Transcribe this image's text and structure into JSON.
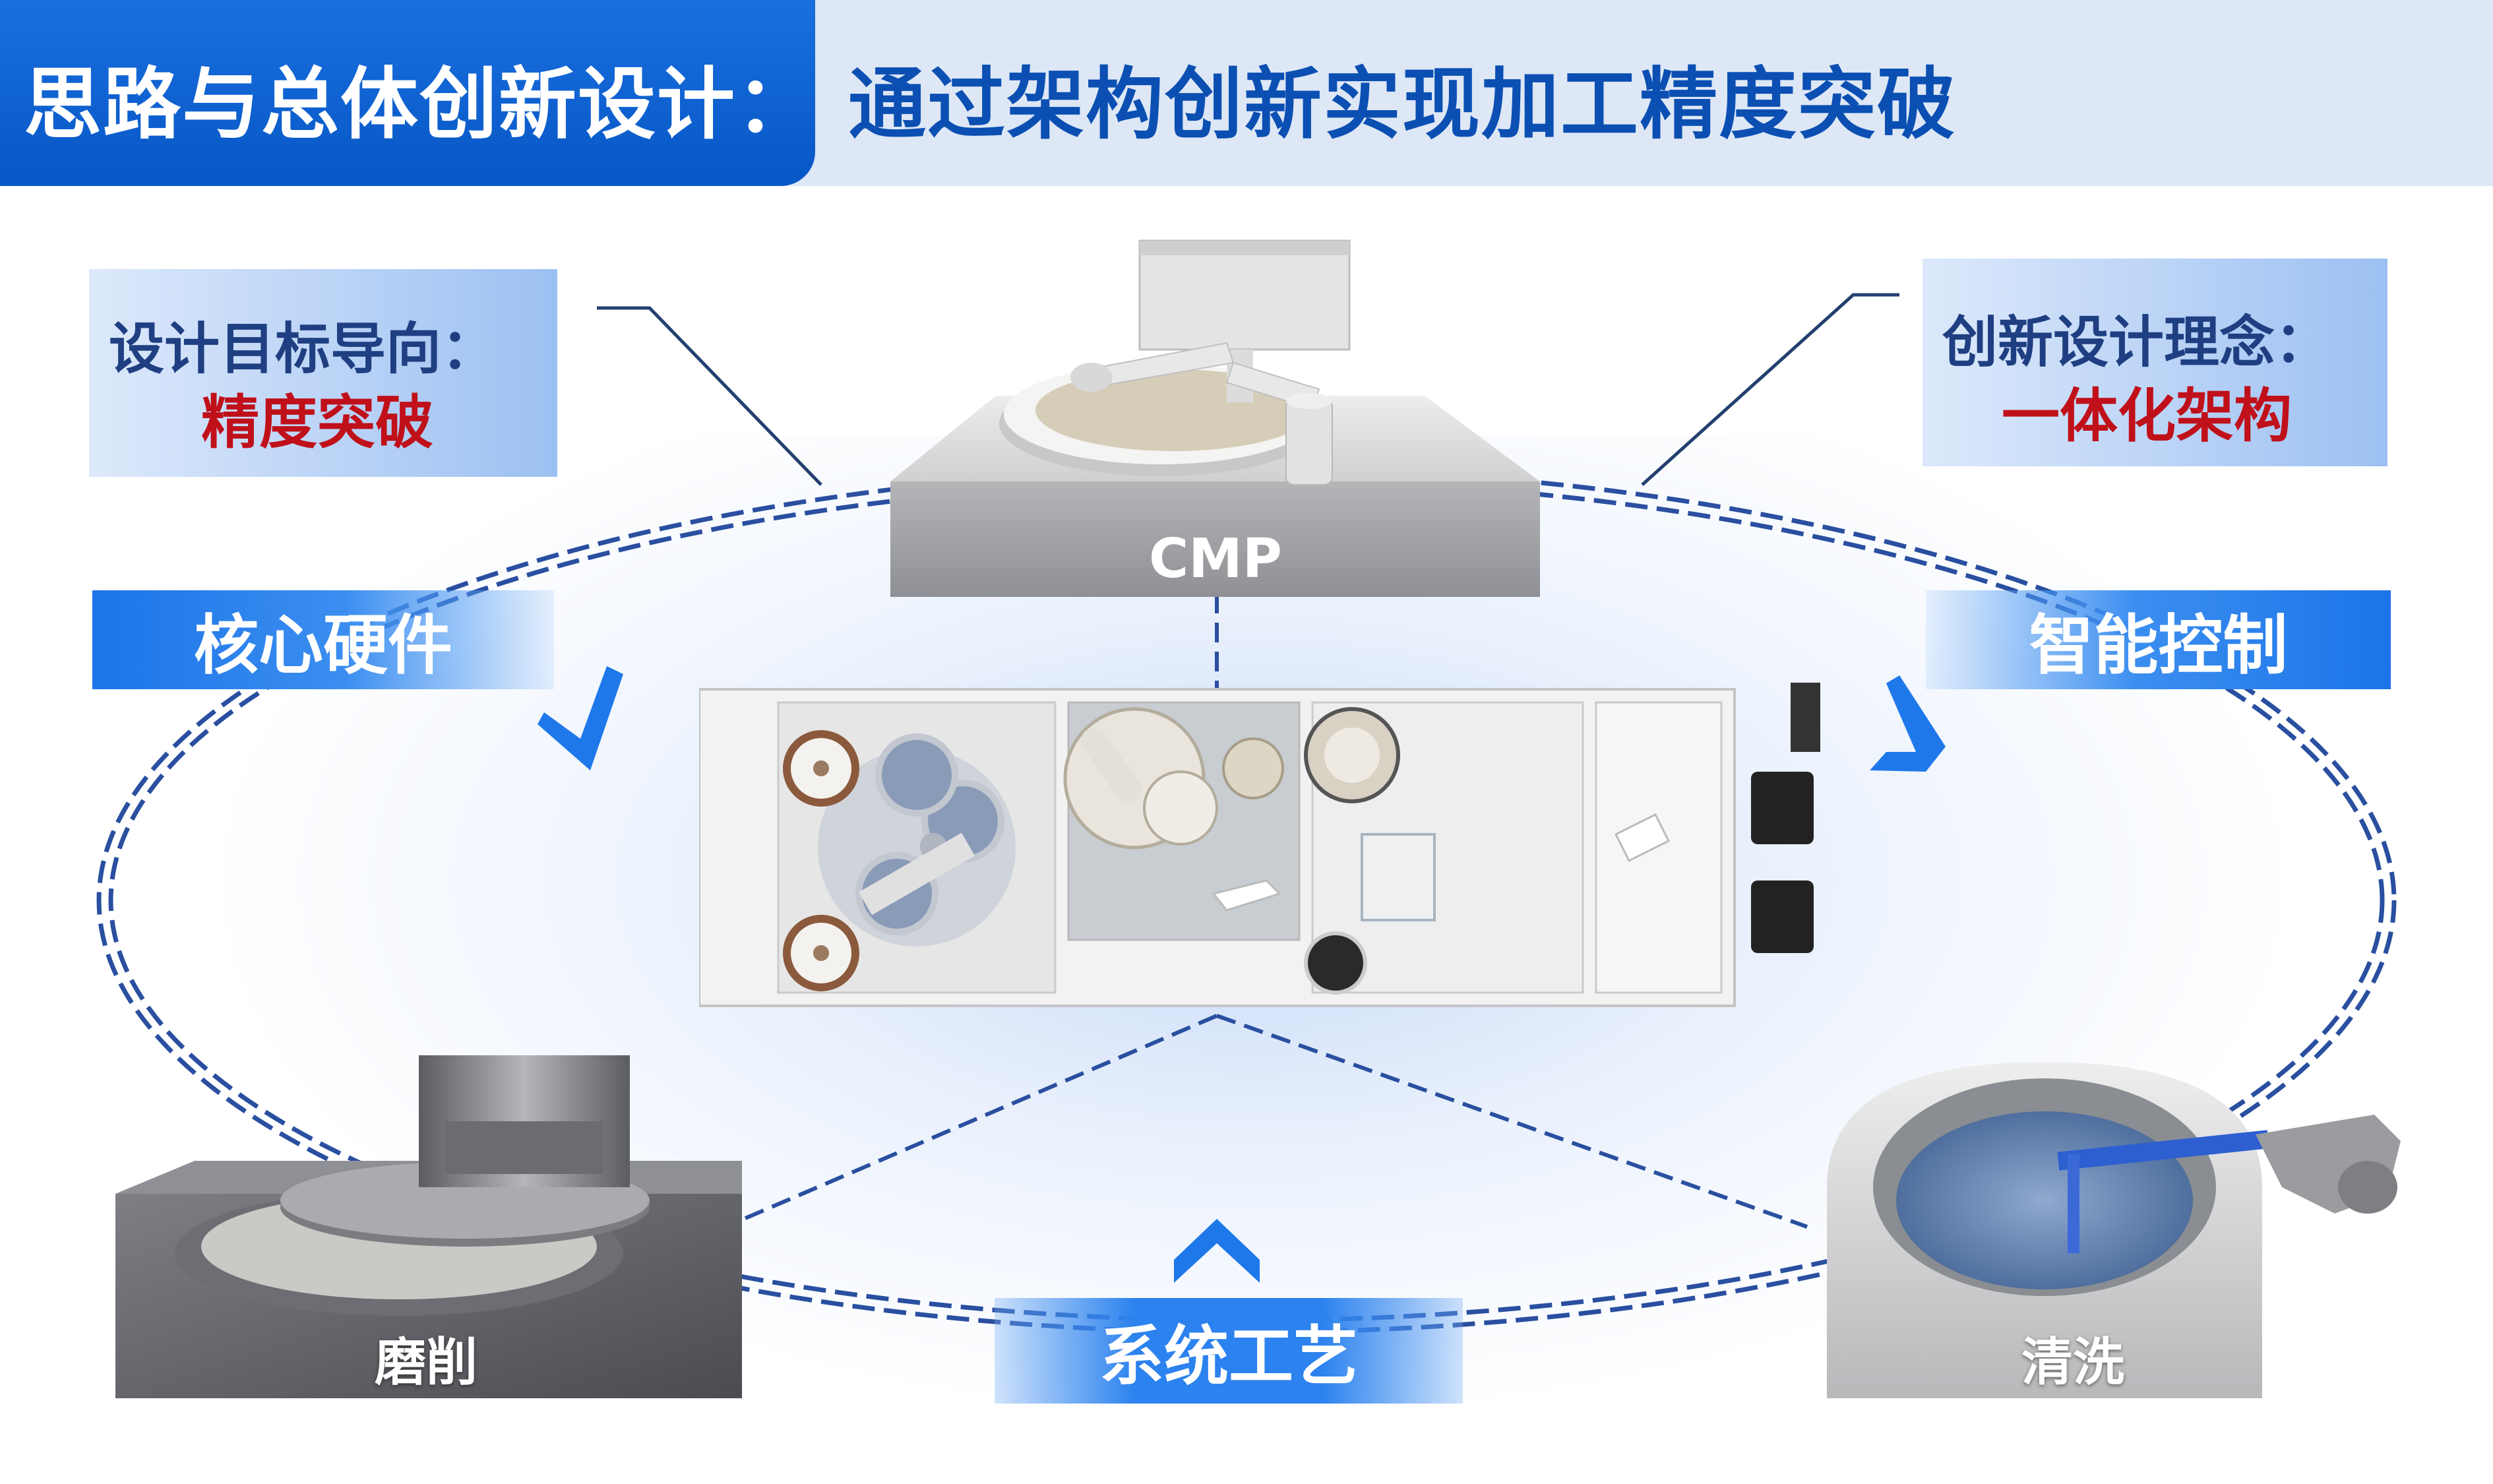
{
  "header": {
    "left_title": "思路与总体创新设计：",
    "right_title": "通过架构创新实现加工精度突破"
  },
  "callouts": {
    "design_goal": {
      "title": "设计目标导向：",
      "value": "精度突破"
    },
    "design_concept": {
      "title": "创新设计理念：",
      "value": "一体化架构"
    }
  },
  "tags": {
    "core_hardware": "核心硬件",
    "smart_control": "智能控制",
    "system_process": "系统工艺"
  },
  "modules": {
    "cmp": "CMP",
    "grinding": "磨削",
    "cleaning": "清洗"
  },
  "colors": {
    "brand_blue": "#0757c6",
    "header_bg": "#dde7f5",
    "title_blue": "#0b4fb3",
    "highlight_red": "#c0101a",
    "dash_line": "#2a4fa0"
  }
}
